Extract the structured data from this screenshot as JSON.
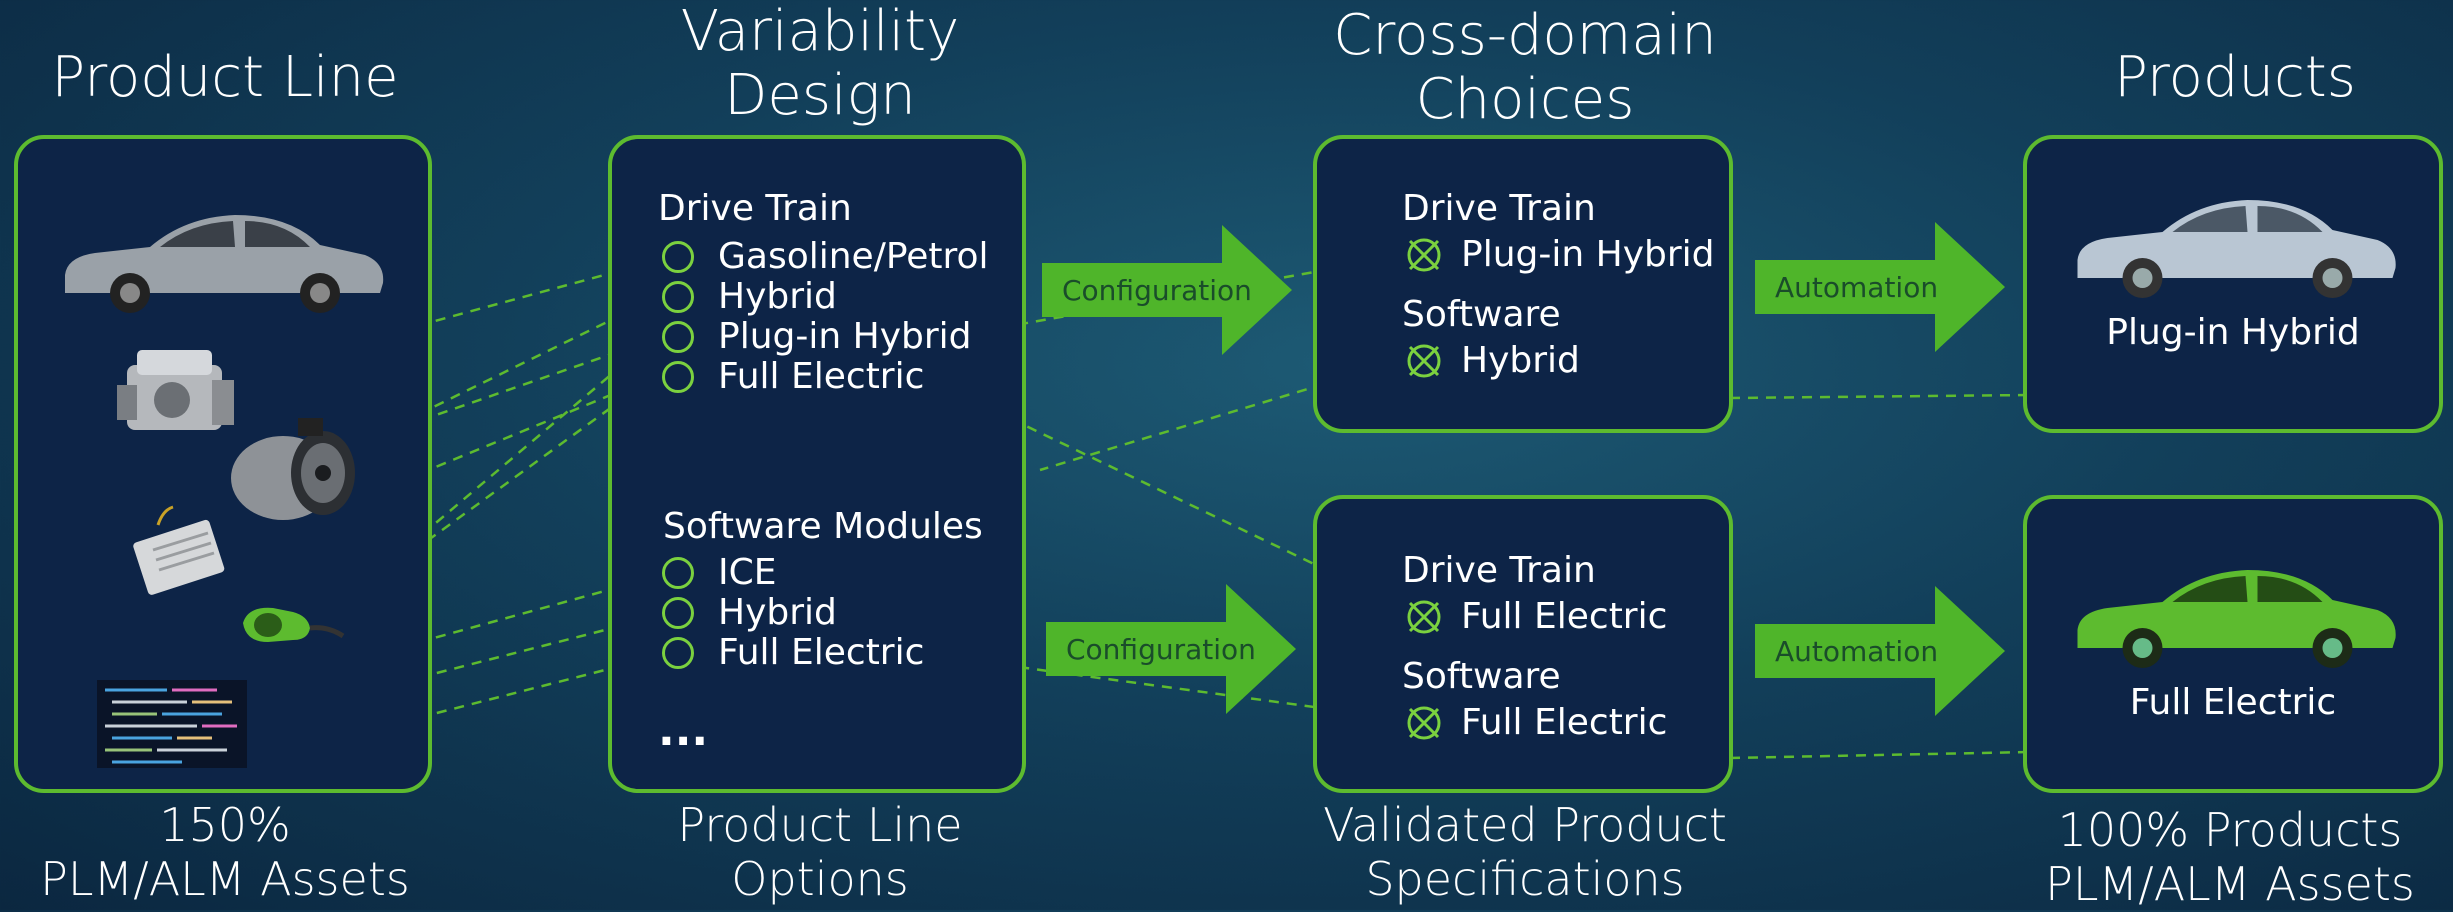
{
  "columns": {
    "product_line": {
      "title": "Product Line",
      "caption": [
        "150%",
        "PLM/ALM Assets"
      ]
    },
    "variability": {
      "title": [
        "Variability",
        "Design"
      ],
      "caption": [
        "Product Line",
        "Options"
      ]
    },
    "choices": {
      "title": [
        "Cross-domain",
        "Choices"
      ],
      "caption": [
        "Validated Product",
        "Specifications"
      ]
    },
    "products": {
      "title": "Products",
      "caption": [
        "100% Products",
        "PLM/ALM Assets"
      ]
    }
  },
  "assets": [
    {
      "name": "sedan-car-icon",
      "label": ""
    },
    {
      "name": "engine-icon",
      "label": ""
    },
    {
      "name": "electric-motor-icon",
      "label": ""
    },
    {
      "name": "controller-box-icon",
      "label": ""
    },
    {
      "name": "charging-plug-icon",
      "label": ""
    },
    {
      "name": "source-code-icon",
      "label": ""
    }
  ],
  "variability": {
    "drive_train": {
      "heading": "Drive Train",
      "options": [
        "Gasoline/Petrol",
        "Hybrid",
        "Plug-in Hybrid",
        "Full Electric"
      ]
    },
    "software": {
      "heading": "Software Modules",
      "options": [
        "ICE",
        "Hybrid",
        "Full Electric"
      ]
    },
    "ellipsis": "..."
  },
  "arrows": {
    "configuration": "Configuration",
    "automation": "Automation"
  },
  "choices": [
    {
      "drive_label": "Drive Train",
      "drive_value": "Plug-in Hybrid",
      "sw_label": "Software",
      "sw_value": "Hybrid"
    },
    {
      "drive_label": "Drive Train",
      "drive_value": "Full Electric",
      "sw_label": "Software",
      "sw_value": "Full Electric"
    }
  ],
  "products": [
    {
      "label": "Plug-in Hybrid",
      "color": "#b9c6d3"
    },
    {
      "label": "Full Electric",
      "color": "#5dbb2f"
    }
  ],
  "colors": {
    "accent": "#5dbb2f",
    "panel": "#0d2447",
    "arrow": "#4fb52a"
  }
}
